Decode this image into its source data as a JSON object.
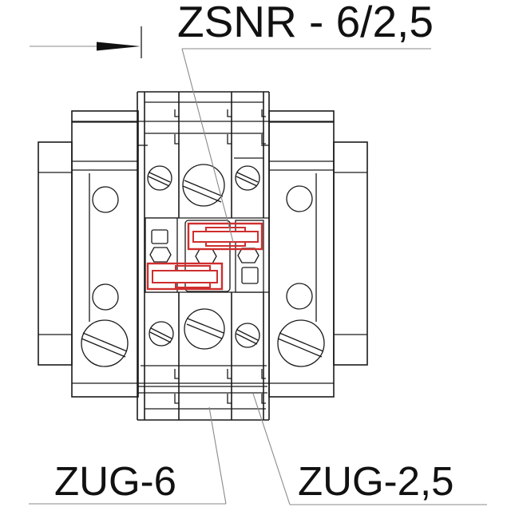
{
  "drawing": {
    "title_callout": "ZSNR - 6/2,5",
    "bottom_left_callout": "ZUG-6",
    "bottom_right_callout": "ZUG-2,5"
  },
  "colors": {
    "line": "#1a1a1a",
    "highlight_red": "#cf2e2e",
    "leader_gray": "#8a8a8a",
    "background": "#ffffff"
  }
}
